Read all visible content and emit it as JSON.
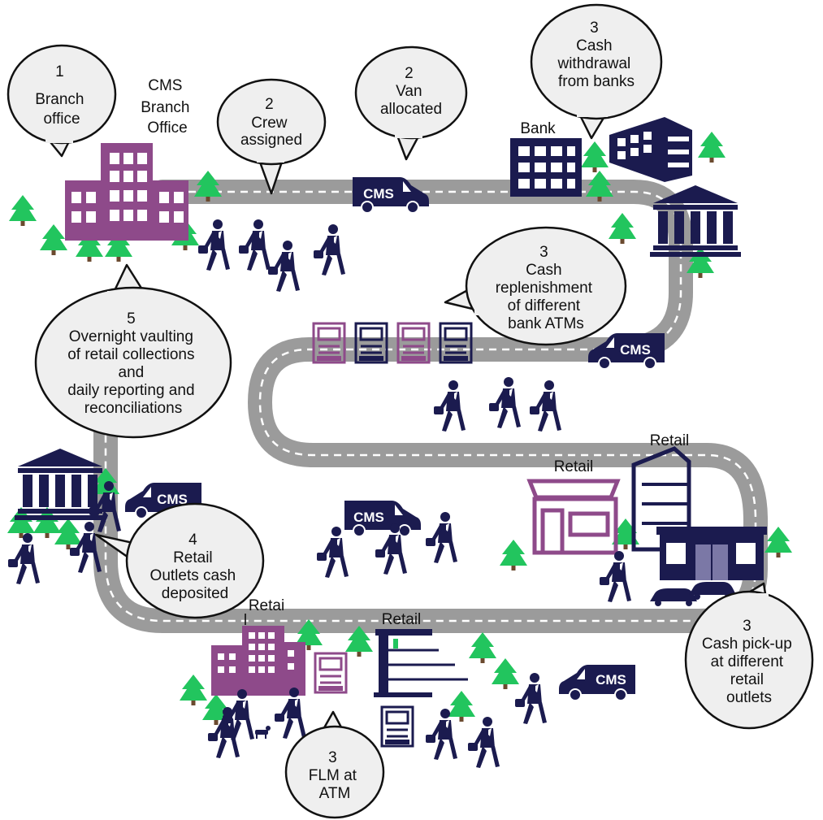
{
  "colors": {
    "navy": "#1b1b4f",
    "purple": "#8e4a8a",
    "road": "#9b9b9b",
    "tree": "#22c55e",
    "trunk": "#6b4a2f",
    "bubble_fill": "#efefef",
    "bubble_stroke": "#111111"
  },
  "labels": {
    "cms_branch": [
      "CMS",
      "Branch",
      "Office"
    ],
    "bank": "Bank",
    "retail_a": "Retail",
    "retail_b": "Retail",
    "retail_c": "Retai",
    "retail_c2": "l",
    "retail_d": "Retail"
  },
  "van_label": "CMS",
  "bubbles": [
    {
      "id": "branch-office",
      "lines": [
        "1",
        "",
        "Branch",
        "office"
      ]
    },
    {
      "id": "crew-assigned",
      "lines": [
        "2",
        "Crew",
        "assigned"
      ]
    },
    {
      "id": "van-allocated",
      "lines": [
        "2",
        "Van",
        "allocated"
      ]
    },
    {
      "id": "cash-withdrawal",
      "lines": [
        "3",
        "Cash",
        "withdrawal",
        "from banks"
      ]
    },
    {
      "id": "atm-replenishment",
      "lines": [
        "3",
        "Cash",
        "replenishment",
        "of different",
        "bank ATMs"
      ]
    },
    {
      "id": "overnight-vaulting",
      "lines": [
        "5",
        "Overnight vaulting",
        "of retail collections",
        "and",
        "daily reporting and",
        "reconciliations"
      ]
    },
    {
      "id": "retail-deposit",
      "lines": [
        "4",
        "Retail",
        "Outlets cash",
        "deposited"
      ]
    },
    {
      "id": "cash-pickup",
      "lines": [
        "3",
        "Cash pick-up",
        "at different",
        "retail",
        "outlets"
      ]
    },
    {
      "id": "flm-atm",
      "lines": [
        "3",
        "FLM at",
        "ATM"
      ]
    }
  ]
}
